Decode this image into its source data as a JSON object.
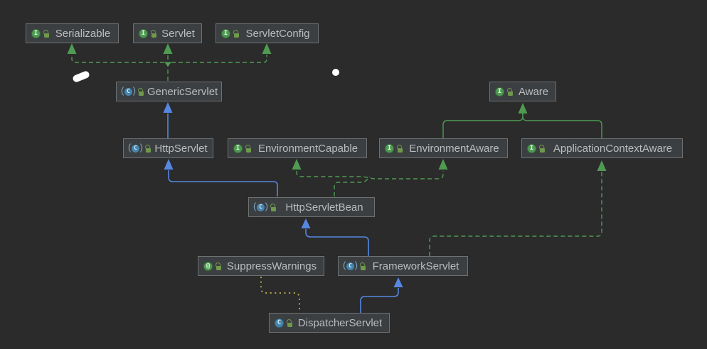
{
  "palette": {
    "canvas_background": "#2b2b2b",
    "node_background": "#3c3f41",
    "node_border": "#6e7173",
    "node_text": "#b9bdc0",
    "extends_color": "#5687e1",
    "implements_color": "#4f9b52",
    "annotation_color": "#b2a94b",
    "interface_icon_color": "#4d9b51",
    "class_icon_color": "#4585ad",
    "lock_icon_color": "#70994c",
    "artifact_color": "#ffffff"
  },
  "icon_glyphs": {
    "interface": "I",
    "class": "C",
    "abstract_class": "C",
    "annotation": "@"
  },
  "nodes": {
    "serializable": {
      "label": "Serializable",
      "type": "interface"
    },
    "servlet": {
      "label": "Servlet",
      "type": "interface"
    },
    "servlet_config": {
      "label": "ServletConfig",
      "type": "interface"
    },
    "generic_servlet": {
      "label": "GenericServlet",
      "type": "abstract-class"
    },
    "aware": {
      "label": "Aware",
      "type": "interface"
    },
    "http_servlet": {
      "label": "HttpServlet",
      "type": "abstract-class"
    },
    "environment_capable": {
      "label": "EnvironmentCapable",
      "type": "interface"
    },
    "environment_aware": {
      "label": "EnvironmentAware",
      "type": "interface"
    },
    "application_context_aware": {
      "label": "ApplicationContextAware",
      "type": "interface"
    },
    "http_servlet_bean": {
      "label": "HttpServletBean",
      "type": "abstract-class"
    },
    "suppress_warnings": {
      "label": "SuppressWarnings",
      "type": "annotation"
    },
    "framework_servlet": {
      "label": "FrameworkServlet",
      "type": "abstract-class"
    },
    "dispatcher_servlet": {
      "label": "DispatcherServlet",
      "type": "class"
    }
  },
  "relationships": [
    {
      "from": "GenericServlet",
      "to": "Serializable",
      "type": "implements"
    },
    {
      "from": "GenericServlet",
      "to": "Servlet",
      "type": "implements"
    },
    {
      "from": "GenericServlet",
      "to": "ServletConfig",
      "type": "implements"
    },
    {
      "from": "HttpServlet",
      "to": "GenericServlet",
      "type": "extends"
    },
    {
      "from": "EnvironmentAware",
      "to": "Aware",
      "type": "extends"
    },
    {
      "from": "ApplicationContextAware",
      "to": "Aware",
      "type": "extends"
    },
    {
      "from": "HttpServletBean",
      "to": "HttpServlet",
      "type": "extends"
    },
    {
      "from": "HttpServletBean",
      "to": "EnvironmentCapable",
      "type": "implements"
    },
    {
      "from": "HttpServletBean",
      "to": "EnvironmentAware",
      "type": "implements"
    },
    {
      "from": "FrameworkServlet",
      "to": "HttpServletBean",
      "type": "extends"
    },
    {
      "from": "FrameworkServlet",
      "to": "ApplicationContextAware",
      "type": "implements"
    },
    {
      "from": "DispatcherServlet",
      "to": "FrameworkServlet",
      "type": "extends"
    },
    {
      "from": "DispatcherServlet",
      "to": "SuppressWarnings",
      "type": "annotation"
    }
  ]
}
